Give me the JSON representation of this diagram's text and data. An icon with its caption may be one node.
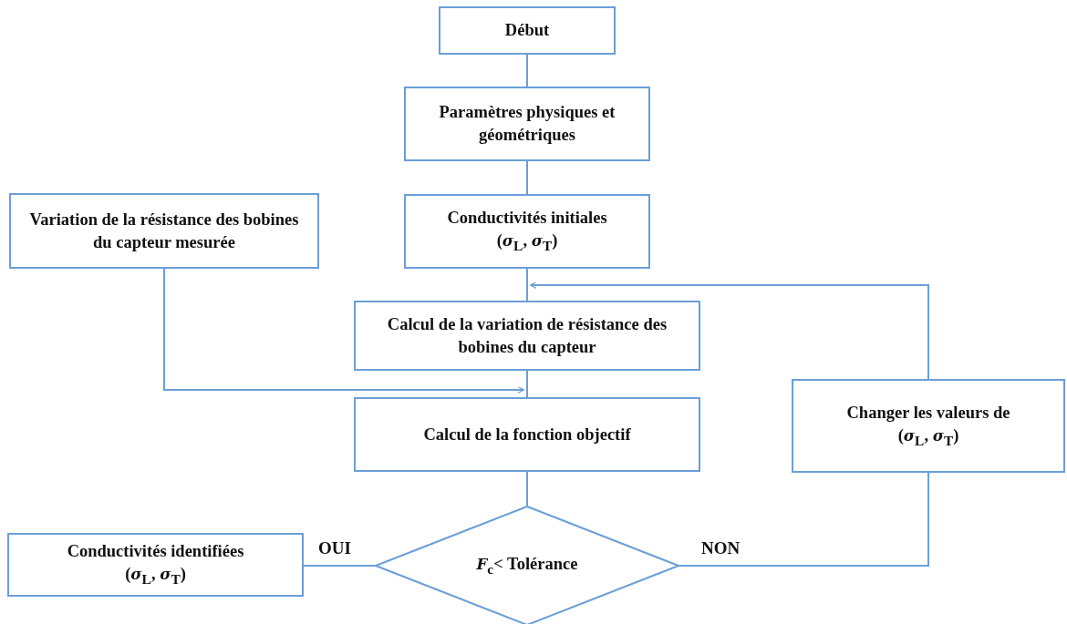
{
  "diagram": {
    "nodes": [
      {
        "text": [
          "Début"
        ]
      },
      {
        "text": [
          "Paramètres physiques et géométriques"
        ]
      },
      {
        "text": [
          "Conductivités initiales",
          "(*σ*$_{L}$, *σ*$_{T}$)"
        ]
      },
      {
        "text": [
          "Calcul de la variation de résistance des bobines du capteur"
        ]
      },
      {
        "text": [
          "Calcul de la fonction objectif"
        ]
      },
      {
        "text": [
          "Variation de la résistance des bobines du capteur mesurée"
        ]
      },
      {
        "text": [
          "*F*$_{c}$< Tolérance"
        ]
      },
      {
        "text": [
          "Conductivités identifiées",
          "(*σ*$_{L}$, *σ*$_{T}$)"
        ]
      },
      {
        "text": [
          "Changer les valeurs de",
          "(*σ*$_{L}$, *σ*$_{T}$)"
        ]
      }
    ],
    "edges": [
      {
        "from": 0,
        "to": 1,
        "arrow": "none"
      },
      {
        "from": 1,
        "to": 2,
        "arrow": "none"
      },
      {
        "from": 2,
        "to": 3,
        "arrow": "none"
      },
      {
        "from": 3,
        "to": 4,
        "arrow": "none"
      },
      {
        "from": 5,
        "to": 4,
        "arrow": "to"
      },
      {
        "from": 4,
        "to": 6,
        "arrow": "none"
      },
      {
        "from": 6,
        "to": 7,
        "arrow": "none",
        "label": "OUI"
      },
      {
        "from": 6,
        "to": 8,
        "arrow": "none",
        "label": "NON"
      },
      {
        "from": 8,
        "to": 3,
        "arrow": "to"
      }
    ]
  }
}
